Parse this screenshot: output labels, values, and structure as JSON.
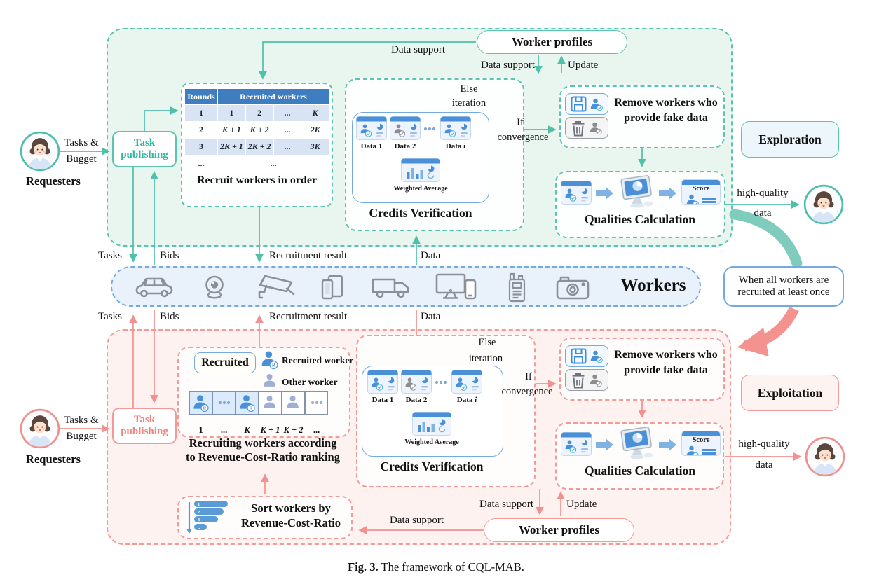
{
  "palette": {
    "teal": "#4fc0aa",
    "pink": "#f2918e",
    "blue": "#74a9e2",
    "table_header": "#3e7dbf",
    "band_fill": "#e9f1fb"
  },
  "caption": {
    "fig": "Fig. 3.",
    "text": "The framework of CQL-MAB."
  },
  "band": {
    "workers": "Workers",
    "tasks": "Tasks",
    "bids": "Bids",
    "recruitment_result": "Recruitment result",
    "data": "Data"
  },
  "transition": {
    "line1": "When all workers are",
    "line2": "recruited at least once"
  },
  "requesters": {
    "label": "Requesters",
    "tasks1": "Tasks &",
    "tasks2": "Bugget"
  },
  "task_publishing": {
    "line1": "Task",
    "line2": "publishing"
  },
  "worker_profiles": "Worker profiles",
  "labels": {
    "data_support": "Data support",
    "update": "Update",
    "else1": "Else",
    "else2": "iteration",
    "if1": "If",
    "if2": "convergence",
    "hq1": "high-quality",
    "hq2": "data"
  },
  "exploration": {
    "badge": "Exploration",
    "table": {
      "h1": "Rounds",
      "h2": "Recruited workers",
      "rows": [
        [
          "1",
          "1",
          "2",
          "...",
          "K"
        ],
        [
          "2",
          "K + 1",
          "K + 2",
          "...",
          "2K"
        ],
        [
          "3",
          "2K + 1",
          "2K + 2",
          "...",
          "3K"
        ],
        [
          "...",
          "..."
        ]
      ],
      "caption": "Recruit workers in order"
    },
    "credits": {
      "title": "Credits Verification",
      "d1": "Data 1",
      "d2": "Data 2",
      "d3p": "Data ",
      "d3v": "i",
      "wa": "Weighted Average"
    },
    "remove": {
      "line1": "Remove workers who",
      "line2": "provide fake data"
    },
    "qualities": {
      "title": "Qualities Calculation",
      "score": "Score"
    }
  },
  "exploitation": {
    "badge": "Exploitation",
    "recruiting": {
      "recruited": "Recruited",
      "legend1": "Recruited worker",
      "legend2": "Other worker",
      "ticks": [
        "1",
        "...",
        "K",
        "K + 1",
        "K + 2",
        "..."
      ],
      "cap1": "Recruiting workers according",
      "cap2": "to Revenue-Cost-Ratio ranking"
    },
    "credits": {
      "title": "Credits Verification",
      "d1": "Data 1",
      "d2": "Data 2",
      "d3p": "Data ",
      "d3v": "i",
      "wa": "Weighted Average"
    },
    "remove": {
      "line1": "Remove workers who",
      "line2": "provide fake data"
    },
    "qualities": {
      "title": "Qualities Calculation",
      "score": "Score"
    },
    "sort": {
      "line1": "Sort workers by",
      "line2": "Revenue-Cost-Ratio"
    }
  },
  "icons": [
    "requester-avatar",
    "save-icon",
    "trash-icon",
    "person-verified-icon",
    "person-blocked-icon",
    "recruited-worker-icon",
    "other-worker-icon",
    "data-card-icon",
    "weighted-average-icon",
    "computer-calc-icon",
    "sort-bars-icon",
    "car-icon",
    "webcam-icon",
    "cctv-icon",
    "tablet-icon",
    "truck-icon",
    "desktop-icon",
    "radio-icon",
    "camera-icon",
    "block-arrow-icon",
    "ellipsis-icon"
  ]
}
